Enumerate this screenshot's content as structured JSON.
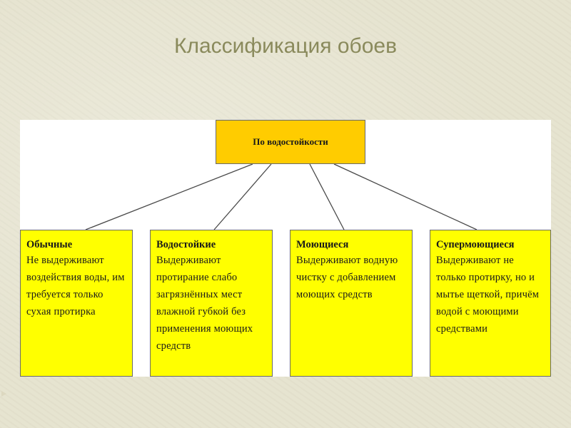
{
  "slide": {
    "title": "Классификация обоев"
  },
  "diagram": {
    "root": {
      "label": "По водостойкости"
    },
    "children": [
      {
        "title": "Обычные",
        "description": "Не выдерживают воздействия воды, им требуется только сухая протирка"
      },
      {
        "title": "Водостойкие",
        "description": "Выдерживают протирание слабо загрязнённых мест влажной губкой без применения моющих средств"
      },
      {
        "title": "Моющиеся",
        "description": "Выдерживают водную чистку с добавлением моющих средств"
      },
      {
        "title": "Супермоющиеся",
        "description": "Выдерживают не только протирку, но и мытье щеткой, причём водой с моющими средствами"
      }
    ]
  },
  "colors": {
    "background": "#e6e3cf",
    "title": "#8a8a5c",
    "root_fill": "#ffcc00",
    "child_fill": "#ffff00",
    "border": "#6b6b6b"
  }
}
